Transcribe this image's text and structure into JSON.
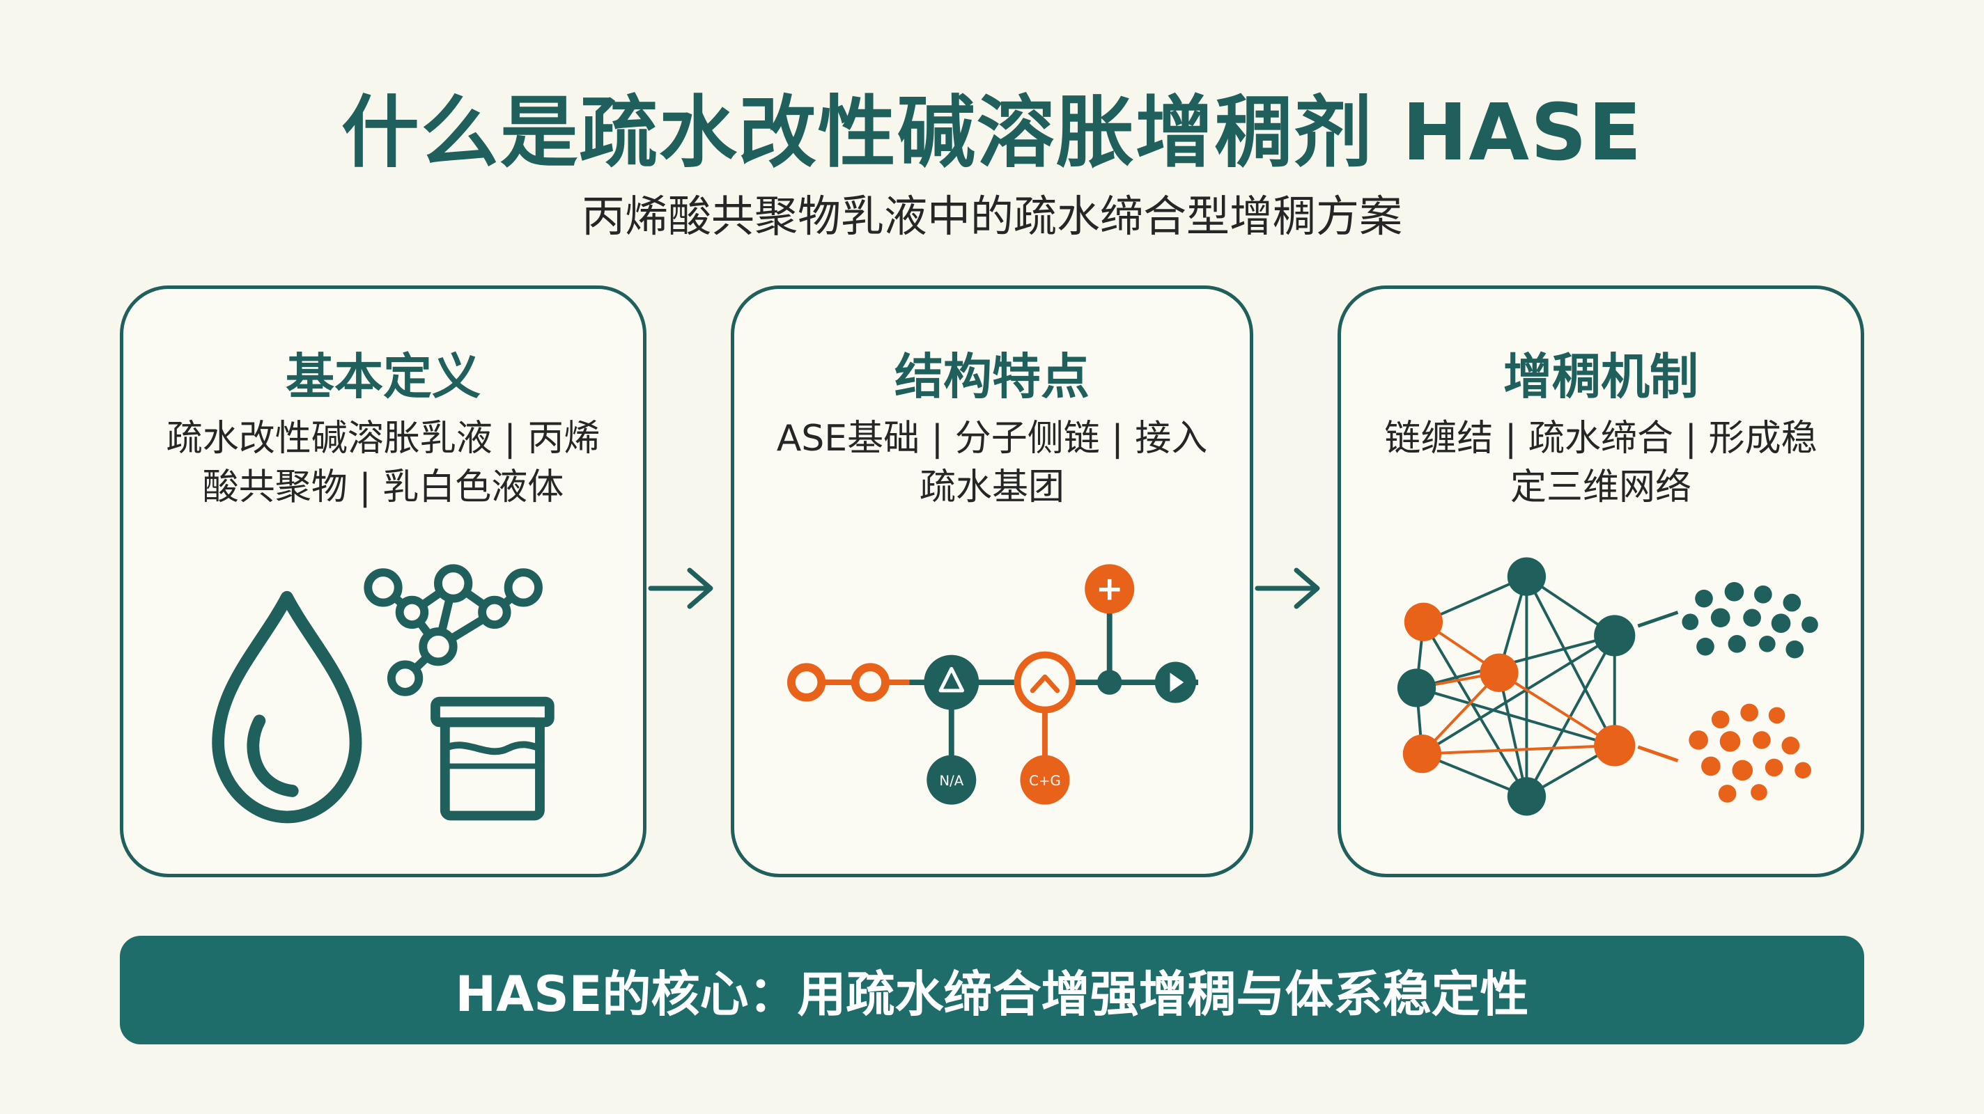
{
  "header": {
    "title": "什么是疏水改性碱溶胀增稠剂 HASE",
    "subtitle": "丙烯酸共聚物乳液中的疏水缔合型增稠方案"
  },
  "cards": [
    {
      "title": "基本定义",
      "desc_line1": "疏水改性碱溶胀乳液 | 丙烯",
      "desc_line2": "酸共聚物 | 乳白色液体"
    },
    {
      "title": "结构特点",
      "desc_line1": "ASE基础 | 分子侧链 | 接入",
      "desc_line2": "疏水基团",
      "node_labels": {
        "plus": "+",
        "bottom_left": "N/A",
        "bottom_right": "C+G"
      }
    },
    {
      "title": "增稠机制",
      "desc_line1": "链缠结 | 疏水缔合 | 形成稳",
      "desc_line2": "定三维网络"
    }
  ],
  "banner": {
    "text": "HASE的核心：用疏水缔合增强增稠与体系稳定性"
  },
  "colors": {
    "teal": "#1f5f5c",
    "orange": "#e8621a",
    "banner": "#1f6d6b",
    "background": "#f7f7ee"
  }
}
